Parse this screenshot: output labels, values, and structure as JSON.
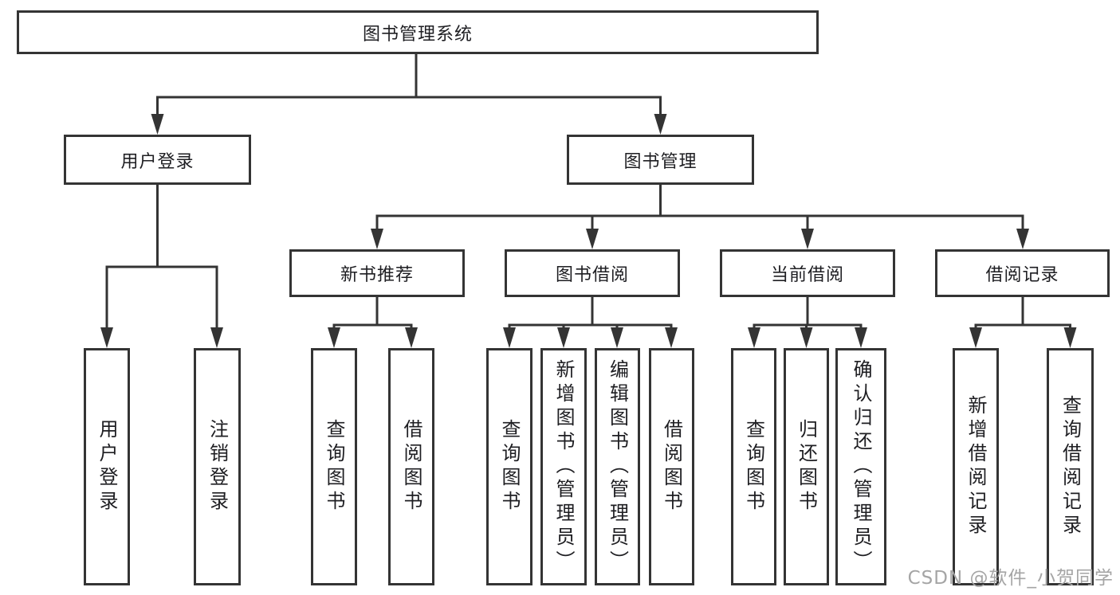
{
  "diagram": {
    "root": {
      "label": "图书管理系统"
    },
    "branches": [
      {
        "label": "用户登录",
        "children": [
          {
            "label": "用户登录"
          },
          {
            "label": "注销登录"
          }
        ]
      },
      {
        "label": "图书管理",
        "children": [
          {
            "label": "新书推荐",
            "children": [
              {
                "label": "查询图书"
              },
              {
                "label": "借阅图书"
              }
            ]
          },
          {
            "label": "图书借阅",
            "children": [
              {
                "label": "查询图书"
              },
              {
                "label": "新增图书（管理员）"
              },
              {
                "label": "编辑图书（管理员）"
              },
              {
                "label": "借阅图书"
              }
            ]
          },
          {
            "label": "当前借阅",
            "children": [
              {
                "label": "查询图书"
              },
              {
                "label": "归还图书"
              },
              {
                "label": "确认归还（管理员）"
              }
            ]
          },
          {
            "label": "借阅记录",
            "children": [
              {
                "label": "新增借阅记录"
              },
              {
                "label": "查询借阅记录"
              }
            ]
          }
        ]
      }
    ],
    "line_color": "#343434",
    "watermark": "CSDN @软件_小贺同学"
  }
}
